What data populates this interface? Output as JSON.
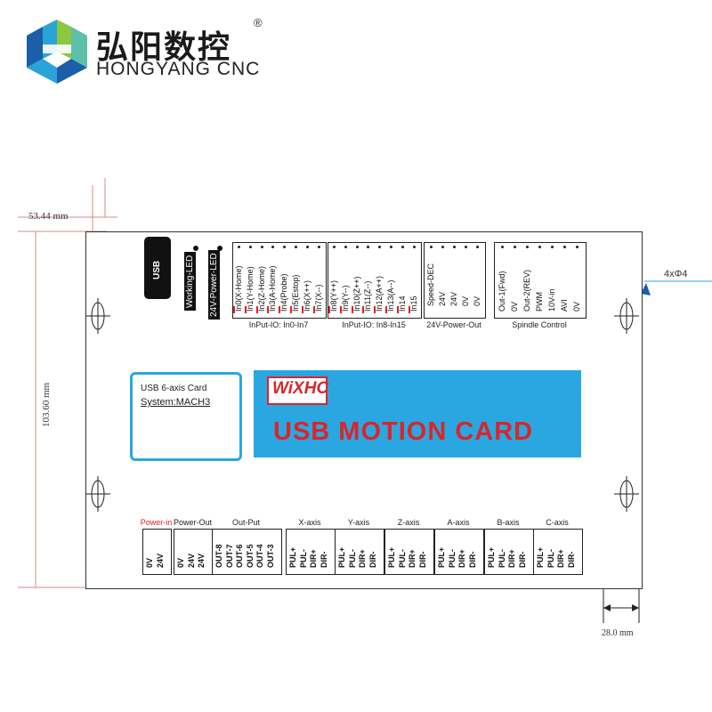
{
  "brand": {
    "name_cn": "弘阳数控",
    "registered": "®",
    "name_en": "HONGYANG CNC",
    "logo_colors": [
      "#8dc63f",
      "#2aa3d8",
      "#1b5fa8",
      "#5ec0a8"
    ]
  },
  "dimensions": {
    "top_offset": "53.44 mm",
    "height": "103.60 mm",
    "hole_spec": "4xΦ4",
    "bottom_width": "28.0 mm"
  },
  "board": {
    "usb_label": "USB",
    "leds": [
      "Working-LED",
      "24V-Power-LED"
    ],
    "input_io_1": {
      "title": "InPut-IO: In0-In7",
      "pins": [
        "In0(X-Home)",
        "In1(Y-Home)",
        "In2(Z-Home)",
        "In3(A-Home)",
        "In4(Probe)",
        "In5(Estop)",
        "In6(X++)",
        "In7(X--)"
      ]
    },
    "input_io_2": {
      "title": "InPut-IO: In8-In15",
      "pins": [
        "In8(Y++)",
        "In9(Y--)",
        "In10(Z++)",
        "In11(Z--)",
        "In12(A++)",
        "In13(A--)",
        "In14",
        "In15"
      ]
    },
    "power_out_top": {
      "title": "24V-Power-Out",
      "pins": [
        "Speed-DEC",
        "24V",
        "24V",
        "0V",
        "0V"
      ]
    },
    "spindle": {
      "title": "Spindle Control",
      "pins": [
        "Out-1(Fwd)",
        "0V",
        "Out-2(REV)",
        "PWM",
        "10V-in",
        "AVI",
        "0V"
      ]
    },
    "info_box": {
      "line1": "USB 6-axis Card",
      "line2": "System:MACH3"
    },
    "banner": {
      "logo": "WiXHC",
      "title": "USB MOTION CARD",
      "bg_color": "#2aa7e0",
      "text_color": "#d9252a"
    },
    "bottom_sections": [
      {
        "title": "Power-in",
        "pins": [
          "0V",
          "24V"
        ],
        "title_color": "#d22"
      },
      {
        "title": "Power-Out",
        "pins": [
          "0V",
          "24V",
          "24V"
        ],
        "title_color": "#222"
      },
      {
        "title": "Out-Put",
        "pins": [
          "OUT-8",
          "OUT-7",
          "OUT-6",
          "OUT-5",
          "OUT-4",
          "OUT-3"
        ],
        "title_color": "#222"
      },
      {
        "title": "X-axis",
        "pins": [
          "PUL+",
          "PUL-",
          "DIR+",
          "DIR-"
        ],
        "title_color": "#222"
      },
      {
        "title": "Y-axis",
        "pins": [
          "PUL+",
          "PUL-",
          "DIR+",
          "DIR-"
        ],
        "title_color": "#222"
      },
      {
        "title": "Z-axis",
        "pins": [
          "PUL+",
          "PUL-",
          "DIR+",
          "DIR-"
        ],
        "title_color": "#222"
      },
      {
        "title": "A-axis",
        "pins": [
          "PUL+",
          "PUL-",
          "DIR+",
          "DIR-"
        ],
        "title_color": "#222"
      },
      {
        "title": "B-axis",
        "pins": [
          "PUL+",
          "PUL-",
          "DIR+",
          "DIR-"
        ],
        "title_color": "#222"
      },
      {
        "title": "C-axis",
        "pins": [
          "PUL+",
          "PUL-",
          "DIR+",
          "DIR-"
        ],
        "title_color": "#222"
      }
    ]
  }
}
